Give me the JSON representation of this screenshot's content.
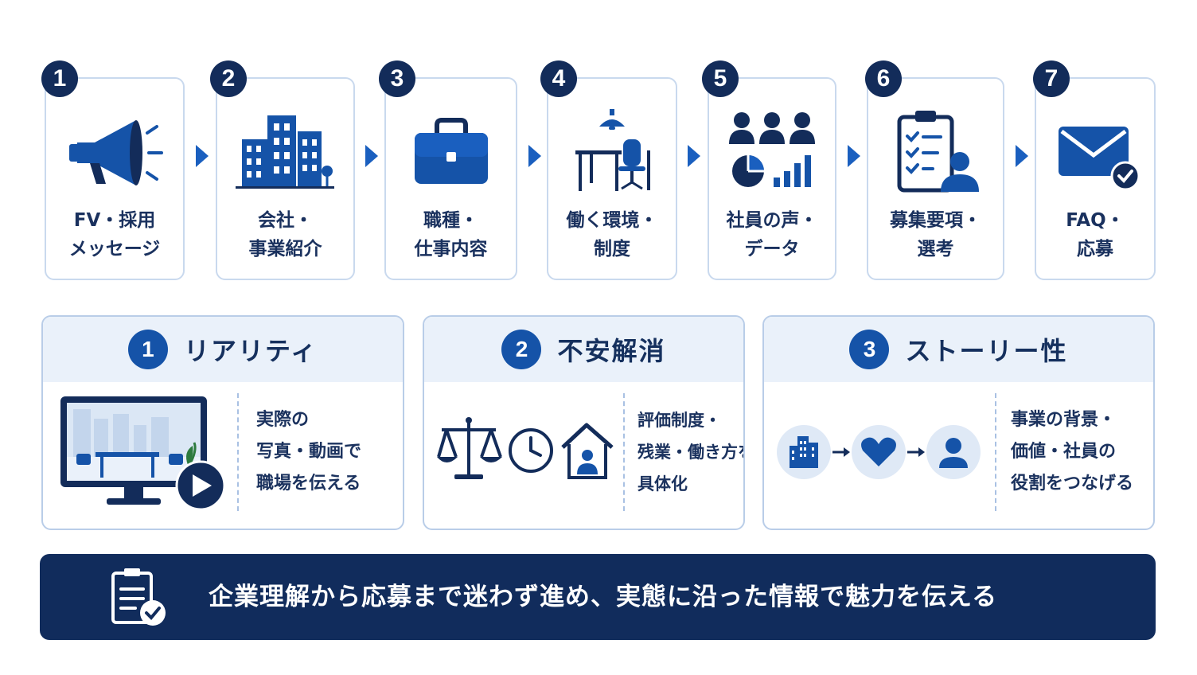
{
  "steps": [
    {
      "number": "1",
      "line1": "FV・採用",
      "line2": "メッセージ",
      "icon": "megaphone-icon"
    },
    {
      "number": "2",
      "line1": "会社・",
      "line2": "事業紹介",
      "icon": "building-icon"
    },
    {
      "number": "3",
      "line1": "職種・",
      "line2": "仕事内容",
      "icon": "briefcase-icon"
    },
    {
      "number": "4",
      "line1": "働く環境・",
      "line2": "制度",
      "icon": "workspace-desk-icon"
    },
    {
      "number": "5",
      "line1": "社員の声・",
      "line2": "データ",
      "icon": "people-chart-icon"
    },
    {
      "number": "6",
      "line1": "募集要項・",
      "line2": "選考",
      "icon": "clipboard-person-icon"
    },
    {
      "number": "7",
      "line1": "FAQ・",
      "line2": "応募",
      "icon": "mail-check-icon"
    }
  ],
  "principles": [
    {
      "number": "1",
      "title": "リアリティ",
      "desc": [
        "実際の",
        "写真・動画で",
        "職場を伝える"
      ],
      "icon": "monitor-video-icon"
    },
    {
      "number": "2",
      "title": "不安解消",
      "desc": [
        "評価制度・",
        "残業・働き方を",
        "具体化"
      ],
      "icon": "scale-clock-home-icon"
    },
    {
      "number": "3",
      "title": "ストーリー性",
      "desc": [
        "事業の背景・",
        "価値・社員の",
        "役割をつなげる"
      ],
      "icon": "building-heart-person-icon"
    }
  ],
  "banner": {
    "text": "企業理解から応募まで迷わず進め、実態に沿った情報で魅力を伝える",
    "icon": "checklist-icon"
  },
  "colors": {
    "navy": "#132c5a",
    "blue": "#1553a8",
    "card_border": "#c9d9ee",
    "panel_head_bg": "#eaf1fa"
  }
}
